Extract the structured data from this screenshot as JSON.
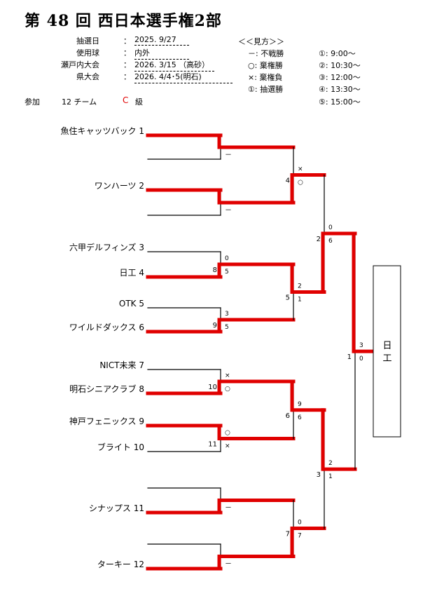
{
  "title": "第 48 回 西日本選手権2部",
  "info": [
    {
      "label": "抽選日",
      "value": "2025. 9/27"
    },
    {
      "label": "使用球",
      "value": "内外"
    },
    {
      "label": "瀬戸内大会",
      "value": "2026. 3/15 （高砂）"
    },
    {
      "label": "県大会",
      "value": "2026. 4/4･5(明石)"
    }
  ],
  "colon": "：",
  "legend": {
    "title": "＜＜見方＞＞",
    "marks": [
      "－: 不戦勝",
      "○: 棄権勝",
      "×: 棄権負",
      "①: 抽選勝"
    ],
    "times": [
      "①: 9:00～",
      "②: 10:30～",
      "③: 12:00～",
      "④: 13:30～",
      "⑤: 15:00～"
    ]
  },
  "participation": {
    "label": "参加",
    "teams": "12 チーム",
    "class_letter": "C",
    "class_label": "級"
  },
  "colors": {
    "win": "#e00000",
    "line": "#000000",
    "class_letter": "#e00000"
  },
  "teams": [
    {
      "name": "魚住キャッツバック",
      "seed": "1"
    },
    {
      "name": "ワンハーツ",
      "seed": "2"
    },
    {
      "name": "六甲デルフィンズ",
      "seed": "3"
    },
    {
      "name": "日工",
      "seed": "4"
    },
    {
      "name": "OTK",
      "seed": "5"
    },
    {
      "name": "ワイルドダックス",
      "seed": "6"
    },
    {
      "name": "NICT未来",
      "seed": "7"
    },
    {
      "name": "明石シニアクラブ",
      "seed": "8"
    },
    {
      "name": "神戸フェニックス",
      "seed": "9"
    },
    {
      "name": "ブライト",
      "seed": "10"
    },
    {
      "name": "シナップス",
      "seed": "11"
    },
    {
      "name": "ターキー",
      "seed": "12"
    }
  ],
  "champion": "日工",
  "bracket": {
    "no": "1",
    "top": "3",
    "bottom": "0",
    "winner": "top",
    "children": [
      {
        "no": "2",
        "top": "0",
        "bottom": "6",
        "winner": "bottom",
        "children": [
          {
            "no": "4",
            "top": "×",
            "bottom": "○",
            "winner": "bottom",
            "children": [
              {
                "no": "",
                "bye_mark": "－",
                "winner": "top",
                "children": [
                  {
                    "team": 0
                  },
                  {
                    "bye": true
                  }
                ]
              },
              {
                "no": "",
                "bye_mark": "－",
                "winner": "top",
                "children": [
                  {
                    "team": 1
                  },
                  {
                    "bye": true
                  }
                ]
              }
            ]
          },
          {
            "no": "5",
            "top": "2",
            "bottom": "1",
            "winner": "top",
            "children": [
              {
                "no": "8",
                "top": "0",
                "bottom": "5",
                "winner": "bottom",
                "children": [
                  {
                    "team": 2
                  },
                  {
                    "team": 3
                  }
                ]
              },
              {
                "no": "9",
                "top": "3",
                "bottom": "5",
                "winner": "bottom",
                "children": [
                  {
                    "team": 4
                  },
                  {
                    "team": 5
                  }
                ]
              }
            ]
          }
        ]
      },
      {
        "no": "3",
        "top": "2",
        "bottom": "1",
        "winner": "top",
        "children": [
          {
            "no": "6",
            "top": "9",
            "bottom": "6",
            "winner": "top",
            "children": [
              {
                "no": "10",
                "top": "×",
                "bottom": "○",
                "winner": "bottom",
                "children": [
                  {
                    "team": 6
                  },
                  {
                    "team": 7
                  }
                ]
              },
              {
                "no": "11",
                "top": "○",
                "bottom": "×",
                "winner": "top",
                "children": [
                  {
                    "team": 8
                  },
                  {
                    "team": 9
                  }
                ]
              }
            ]
          },
          {
            "no": "7",
            "top": "0",
            "bottom": "7",
            "winner": "bottom",
            "children": [
              {
                "no": "",
                "bye_mark": "－",
                "winner": "bottom",
                "children": [
                  {
                    "bye": true
                  },
                  {
                    "team": 10
                  }
                ]
              },
              {
                "no": "",
                "bye_mark": "－",
                "winner": "bottom",
                "children": [
                  {
                    "bye": true
                  },
                  {
                    "team": 11
                  }
                ]
              }
            ]
          }
        ]
      }
    ]
  }
}
